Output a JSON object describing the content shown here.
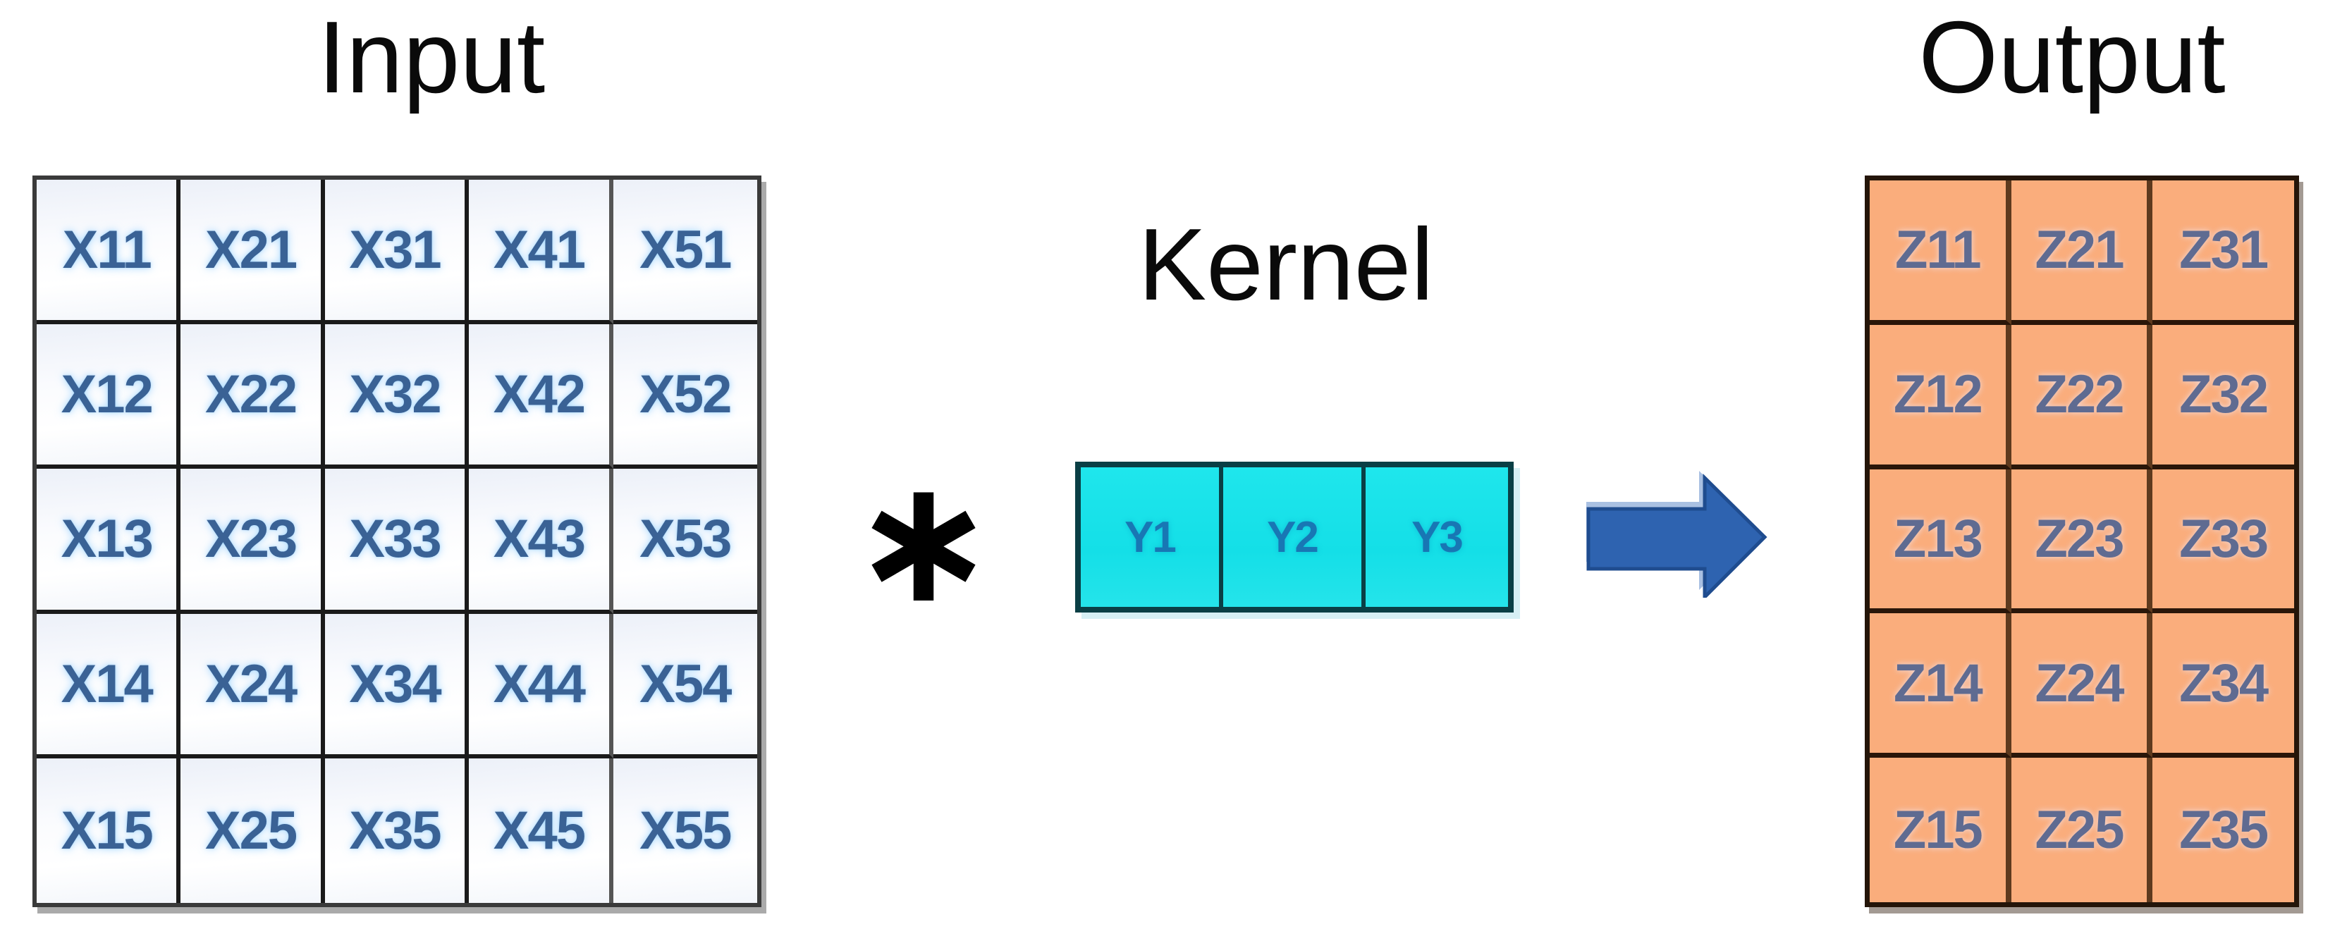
{
  "titles": {
    "input": "Input",
    "kernel": "Kernel",
    "output": "Output"
  },
  "operator": {
    "symbol": "∗",
    "meaning": "convolution operator"
  },
  "input_grid": {
    "rows": [
      [
        "X11",
        "X21",
        "X31",
        "X41",
        "X51"
      ],
      [
        "X12",
        "X22",
        "X32",
        "X42",
        "X52"
      ],
      [
        "X13",
        "X23",
        "X33",
        "X43",
        "X53"
      ],
      [
        "X14",
        "X24",
        "X34",
        "X44",
        "X54"
      ],
      [
        "X15",
        "X25",
        "X35",
        "X45",
        "X55"
      ]
    ]
  },
  "kernel_grid": {
    "rows": [
      [
        "Y1",
        "Y2",
        "Y3"
      ]
    ]
  },
  "output_grid": {
    "rows": [
      [
        "Z11",
        "Z21",
        "Z31"
      ],
      [
        "Z12",
        "Z22",
        "Z32"
      ],
      [
        "Z13",
        "Z23",
        "Z33"
      ],
      [
        "Z14",
        "Z24",
        "Z34"
      ],
      [
        "Z15",
        "Z25",
        "Z35"
      ]
    ]
  },
  "icons": {
    "arrow": "right-arrow"
  },
  "colors": {
    "title_text": "#0A0A0A",
    "input_cell_text": "#3A6295",
    "input_grid_border": "#1A1A1A",
    "kernel_fill": "#18E2E9",
    "kernel_border": "#0A3F45",
    "kernel_text": "#1877B4",
    "output_fill": "#FAAD7C",
    "output_text": "#5F6B91",
    "output_border_vertical": "#5E3A1E",
    "output_border_horizontal": "#2A1609",
    "arrow_fill": "#2E63B0",
    "arrow_outline": "#1F4C8F",
    "arrow_highlight": "#A9C0E2"
  }
}
